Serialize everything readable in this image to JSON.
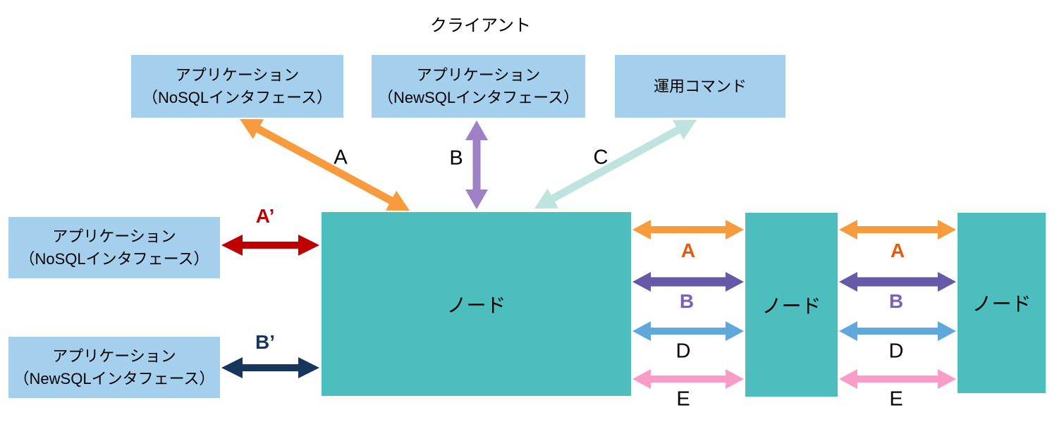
{
  "title": "クライアント",
  "colors": {
    "box_fill": "#A5D0ED",
    "node_fill": "#4DBEBE",
    "text": "#000000"
  },
  "client_boxes": [
    {
      "line1": "アプリケーション",
      "line2": "（NoSQLインタフェース）"
    },
    {
      "line1": "アプリケーション",
      "line2": "（NewSQLインタフェース）"
    },
    {
      "line1": "運用コマンド"
    }
  ],
  "left_boxes": [
    {
      "line1": "アプリケーション",
      "line2": "（NoSQLインタフェース）"
    },
    {
      "line1": "アプリケーション",
      "line2": "（NewSQLインタフェース）"
    }
  ],
  "nodes": [
    {
      "label": "ノード"
    },
    {
      "label": "ノード"
    },
    {
      "label": "ノード"
    }
  ],
  "client_links": [
    {
      "label": "A",
      "arrow_color": "#F79B3D",
      "label_color": "#000000"
    },
    {
      "label": "B",
      "arrow_color": "#9F7FC5",
      "label_color": "#000000"
    },
    {
      "label": "C",
      "arrow_color": "#BFE4E0",
      "label_color": "#000000"
    }
  ],
  "left_links": [
    {
      "label": "A’",
      "arrow_color": "#C00000",
      "label_color": "#C00000"
    },
    {
      "label": "B’",
      "arrow_color": "#17365D",
      "label_color": "#17365D"
    }
  ],
  "node_links": [
    {
      "label": "A",
      "arrow_color": "#F79B3D",
      "label_color": "#E8580C"
    },
    {
      "label": "B",
      "arrow_color": "#6659A8",
      "label_color": "#7B62B4"
    },
    {
      "label": "D",
      "arrow_color": "#5FA8DC",
      "label_color": "#000000"
    },
    {
      "label": "E",
      "arrow_color": "#FA9BC8",
      "label_color": "#000000"
    }
  ]
}
